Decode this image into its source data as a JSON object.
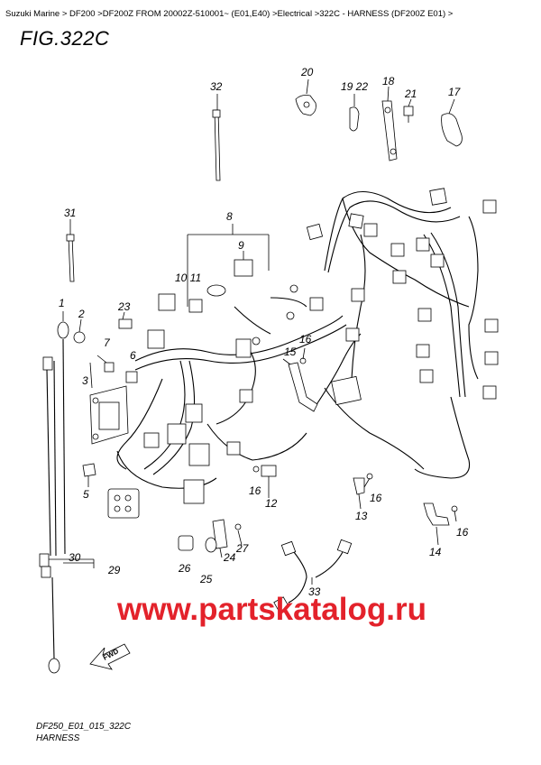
{
  "breadcrumb": "Suzuki Marine > DF200 >DF200Z FROM 20002Z-510001~ (E01,E40) >Electrical >322C - HARNESS (DF200Z E01) >",
  "figure_title": "FIG.322C",
  "watermark": "www.partskatalog.ru",
  "fwd_label": "FWD",
  "footer": {
    "code": "DF250_E01_015_322C",
    "name": "HARNESS"
  },
  "callouts": {
    "c1": "1",
    "c2": "2",
    "c3": "3",
    "c5": "5",
    "c6": "6",
    "c7": "7",
    "c8": "8",
    "c9": "9",
    "c10_11": "10 11",
    "c12": "12",
    "c13": "13",
    "c14": "14",
    "c15": "15",
    "c16a": "16",
    "c16b": "16",
    "c16c": "16",
    "c16d": "16",
    "c17": "17",
    "c18": "18",
    "c19_22": "19 22",
    "c20": "20",
    "c21": "21",
    "c23": "23",
    "c24": "24",
    "c25": "25",
    "c26": "26",
    "c27": "27",
    "c29": "29",
    "c30": "30",
    "c31": "31",
    "c32": "32",
    "c33": "33"
  }
}
